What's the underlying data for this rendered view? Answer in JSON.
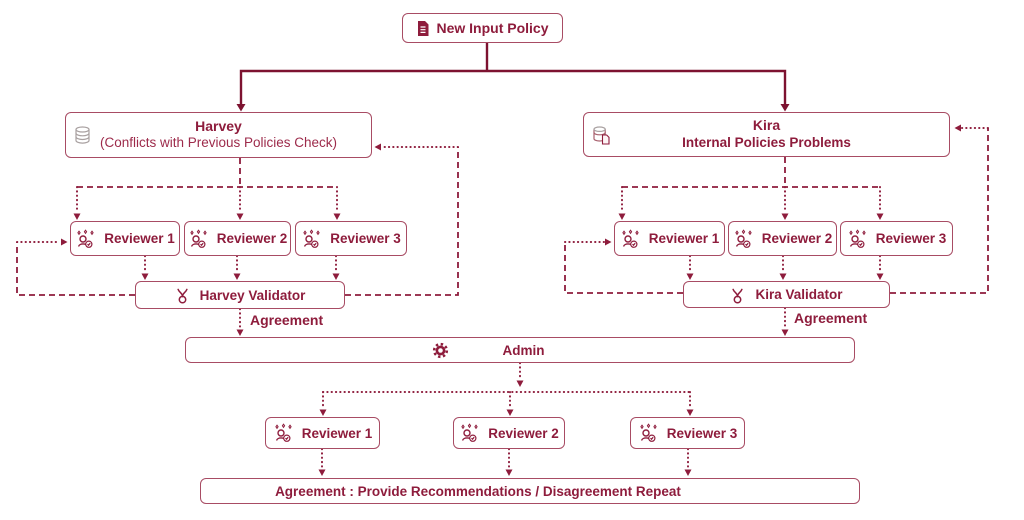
{
  "colors": {
    "primary": "#8e1c3c",
    "solid_edge": "#7d1230",
    "box_border": "#a84c64",
    "gray_icon": "#a9a1a1"
  },
  "root": {
    "label": "New Input Policy",
    "icon": "document-icon"
  },
  "branches": [
    {
      "title": "Harvey",
      "subtitle": "(Conflicts with Previous Policies Check)",
      "icon": "database-icon",
      "reviewers": [
        "Reviewer 1",
        "Reviewer 2",
        "Reviewer 3"
      ],
      "validator": {
        "label": "Harvey Validator",
        "icon": "validator-icon"
      },
      "edge_label": "Agreement"
    },
    {
      "title": "Kira",
      "subtitle": "Internal Policies Problems",
      "icon": "database-file-icon",
      "reviewers": [
        "Reviewer 1",
        "Reviewer 2",
        "Reviewer 3"
      ],
      "validator": {
        "label": "Kira Validator",
        "icon": "validator-icon"
      },
      "edge_label": "Agreement"
    }
  ],
  "admin": {
    "label": "Admin",
    "icon": "gear-icon"
  },
  "final_reviewers": [
    "Reviewer 1",
    "Reviewer 2",
    "Reviewer 3"
  ],
  "outcome": "Agreement : Provide Recommendations / Disagreement Repeat"
}
